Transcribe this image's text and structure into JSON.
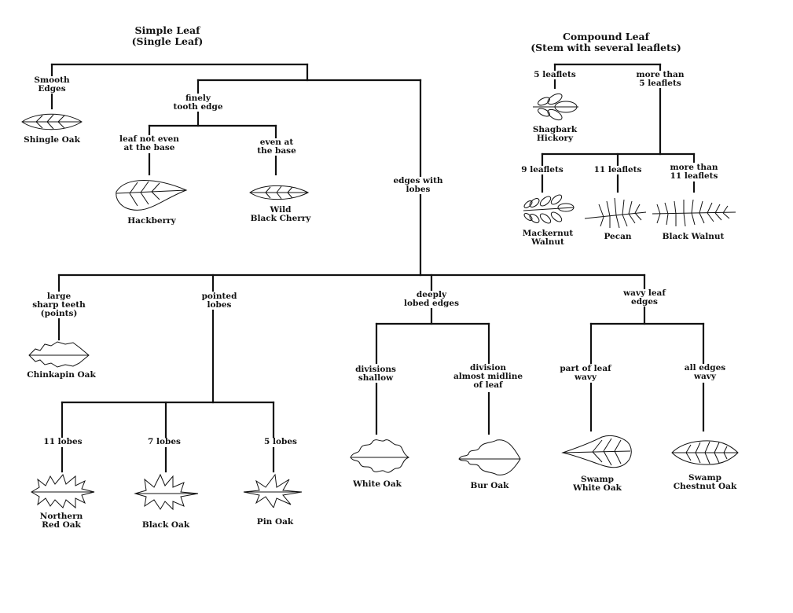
{
  "simple": {
    "title": "Simple Leaf\n(Single Leaf)",
    "smooth": {
      "label": "Smooth\nEdges",
      "leaf": "Shingle Oak",
      "leaf_icon": "shingle-oak-leaf-icon"
    },
    "finely": {
      "label": "finely\ntooth edge",
      "not_even": {
        "label": "leaf not even\nat the base",
        "leaf": "Hackberry"
      },
      "even": {
        "label": "even at\nthe base",
        "leaf": "Wild\nBlack Cherry"
      }
    },
    "lobes": {
      "label": "edges with\nlobes",
      "large_teeth": {
        "label": "large\nsharp teeth\n(points)",
        "leaf": "Chinkapin Oak"
      },
      "pointed": {
        "label": "pointed\nlobes",
        "l11": {
          "label": "11 lobes",
          "leaf": "Northern\nRed Oak"
        },
        "l7": {
          "label": "7 lobes",
          "leaf": "Black Oak"
        },
        "l5": {
          "label": "5 lobes",
          "leaf": "Pin Oak"
        }
      },
      "deeply": {
        "label": "deeply\nlobed edges",
        "shallow": {
          "label": "divisions\nshallow",
          "leaf": "White Oak"
        },
        "midline": {
          "label": "division\nalmost midline\nof leaf",
          "leaf": "Bur Oak"
        }
      },
      "wavy": {
        "label": "wavy leaf\nedges",
        "part": {
          "label": "part of leaf\nwavy",
          "leaf": "Swamp\nWhite Oak"
        },
        "all": {
          "label": "all edges\nwavy",
          "leaf": "Swamp\nChestnut Oak"
        }
      }
    }
  },
  "compound": {
    "title": "Compound Leaf\n(Stem with several leaflets)",
    "five": {
      "label": "5 leaflets",
      "leaf": "Shagbark\nHickory"
    },
    "more5": {
      "label": "more than\n5 leaflets",
      "nine": {
        "label": "9 leaflets",
        "leaf": "Mackernut\nWalnut"
      },
      "eleven": {
        "label": "11 leaflets",
        "leaf": "Pecan"
      },
      "more11": {
        "label": "more than\n11 leaflets",
        "leaf": "Black Walnut"
      }
    }
  }
}
